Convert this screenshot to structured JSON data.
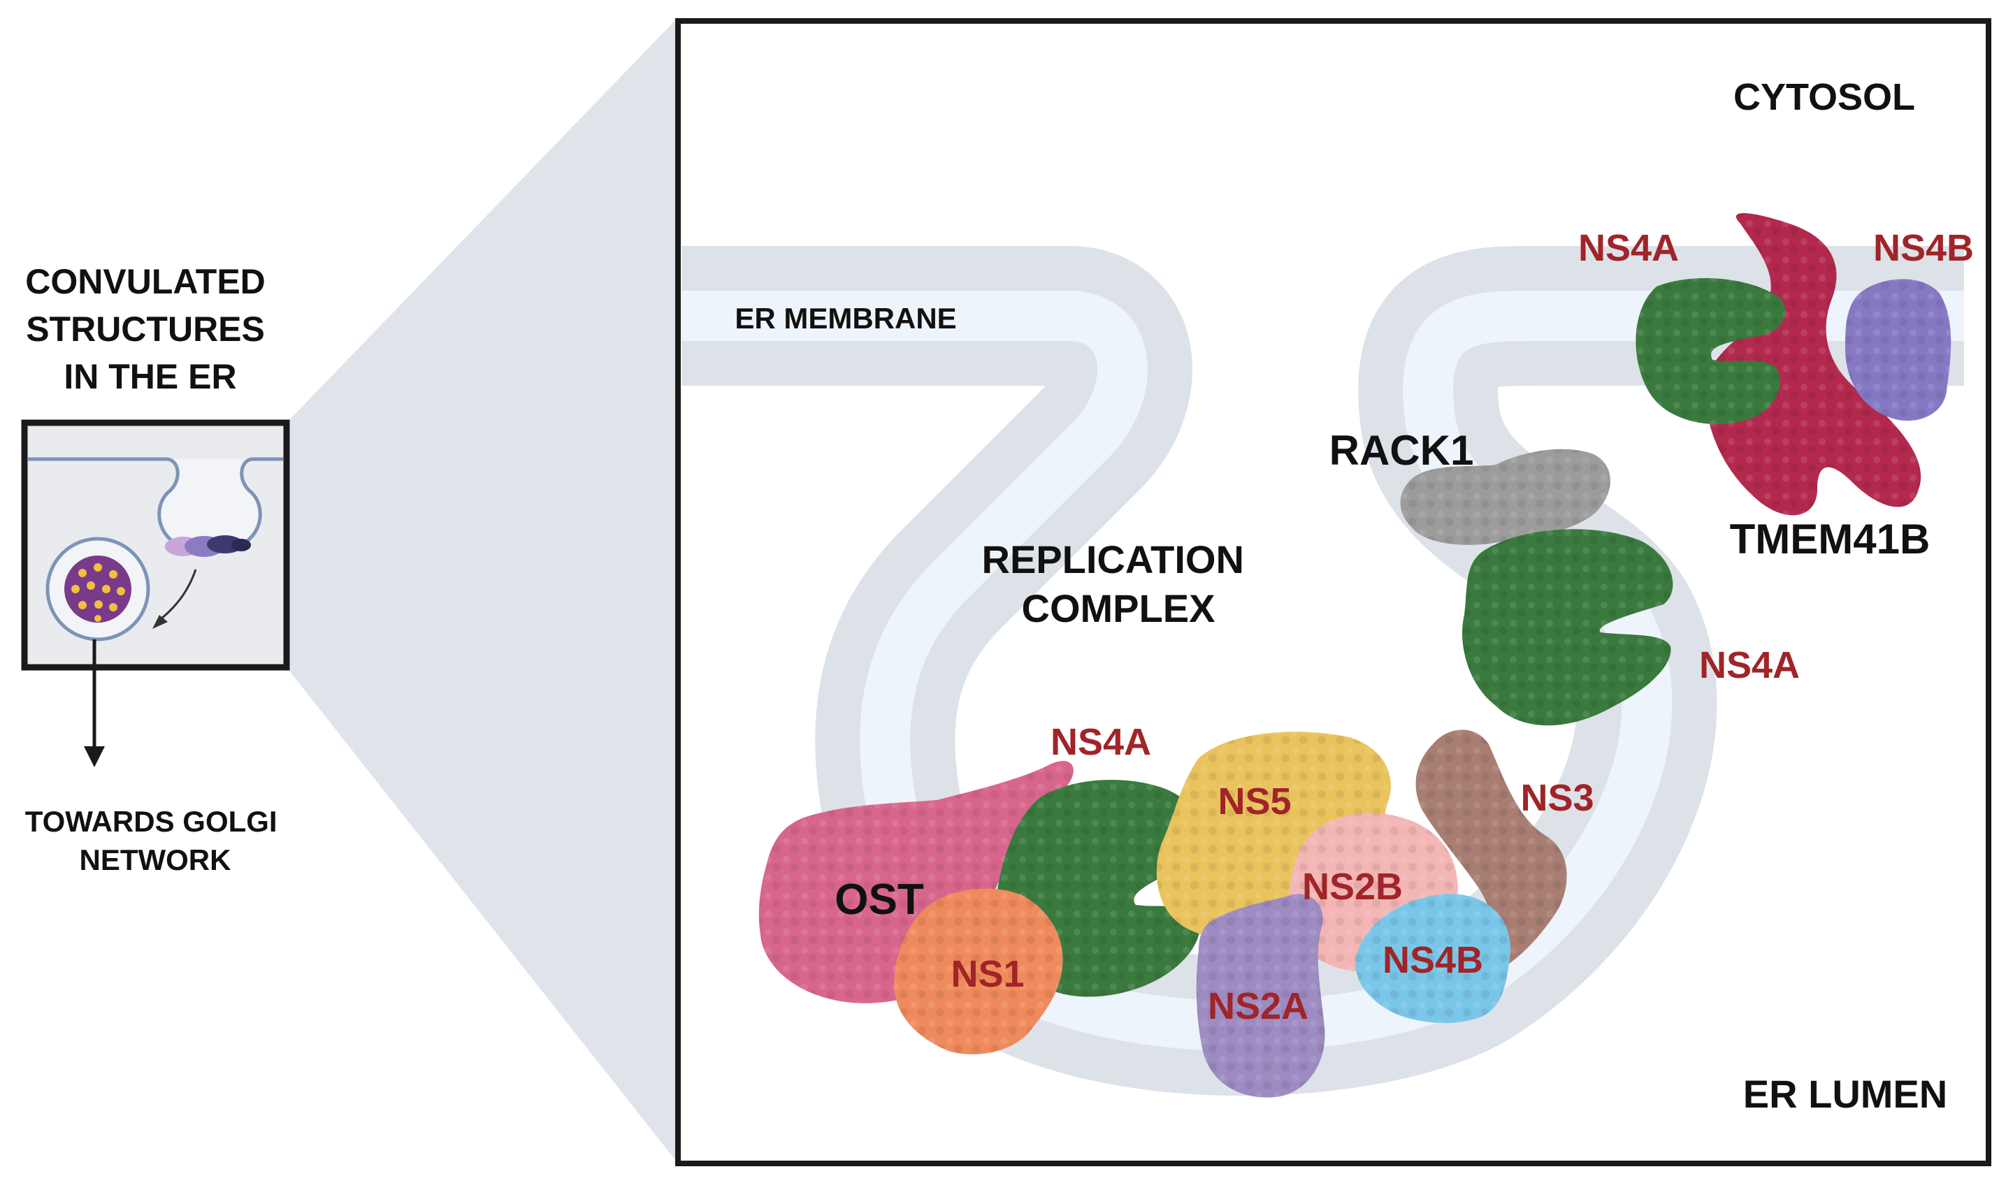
{
  "overview": {
    "title_lines": [
      "CONVULATED",
      "STRUCTURES",
      "IN THE ER"
    ],
    "arrow_label_lines": [
      "TOWARDS GOLGI",
      "NETWORK"
    ]
  },
  "compartments": {
    "cytosol": "CYTOSOL",
    "er_lumen": "ER LUMEN",
    "er_membrane": "ER MEMBRANE"
  },
  "replication_complex": [
    "REPLICATION",
    "COMPLEX"
  ],
  "proteins": {
    "host": {
      "rack1": "RACK1",
      "tmem41b": "TMEM41B",
      "ost": "OST"
    },
    "viral": {
      "ns4a_top": "NS4A",
      "ns4b_top": "NS4B",
      "ns4a_middle": "NS4A",
      "ns4a_bottom": "NS4A",
      "ns5": "NS5",
      "ns3": "NS3",
      "ns2b": "NS2B",
      "ns1": "NS1",
      "ns4b_bottom": "NS4B",
      "ns2a": "NS2A"
    }
  },
  "colors": {
    "viral_label": "#a02428",
    "host_label": "#111111",
    "zoom_wedge": "#dfe3ea",
    "membrane_outer": "#dde2e9",
    "membrane_inner": "#eef4fb",
    "ns4a": "#3b7a3e",
    "tmem41b": "#b3294e",
    "ns4b_top": "#8679c4",
    "rack1": "#9c9c9c",
    "ost": "#d8668c",
    "ns1": "#ef8a5c",
    "ns5": "#e9c35e",
    "ns2b": "#f3b6b5",
    "ns2a": "#9d8bc2",
    "ns4b_bottom": "#7ac6e8",
    "ns3": "#a87e72"
  }
}
